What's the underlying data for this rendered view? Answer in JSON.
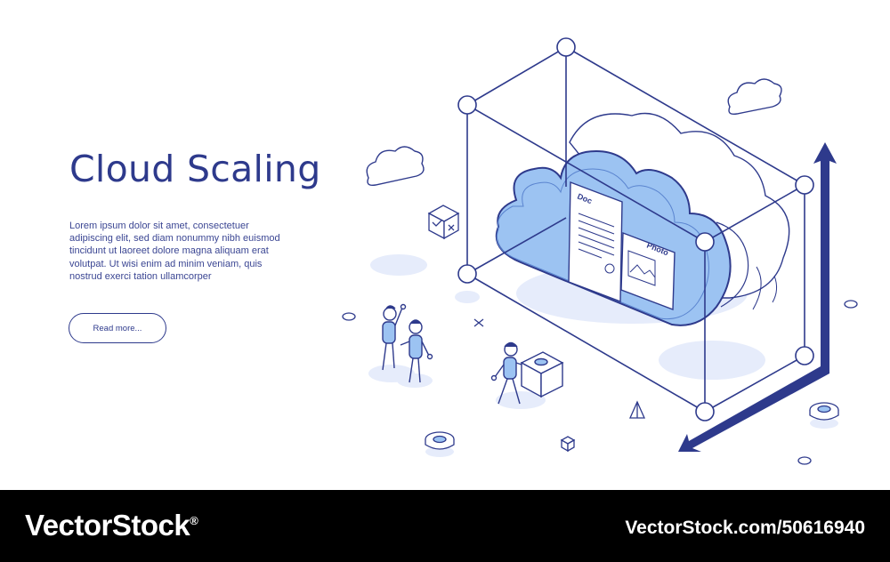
{
  "hero": {
    "title": "Cloud Scaling",
    "description": "Lorem ipsum dolor sit amet, consectetuer adipiscing elit, sed diam nonummy nibh euismod tincidunt ut laoreet dolore magna aliquam erat volutpat. Ut wisi enim ad minim veniam, quis nostrud exerci tation ullamcorper",
    "button_label": "Read more...",
    "colors": {
      "primary": "#2e3a8c",
      "accent": "#8bb8f0",
      "shadow": "#e6ecfb"
    }
  },
  "illustration": {
    "doc_label": "Doc",
    "photo_label": "Photo",
    "icons": [
      "cloud-icon",
      "document-icon",
      "photo-icon",
      "arrow-icon",
      "person-icon",
      "cube-icon"
    ]
  },
  "footer": {
    "logo": "VectorStock",
    "logo_mark": "®",
    "image_ref": "VectorStock.com/50616940"
  }
}
